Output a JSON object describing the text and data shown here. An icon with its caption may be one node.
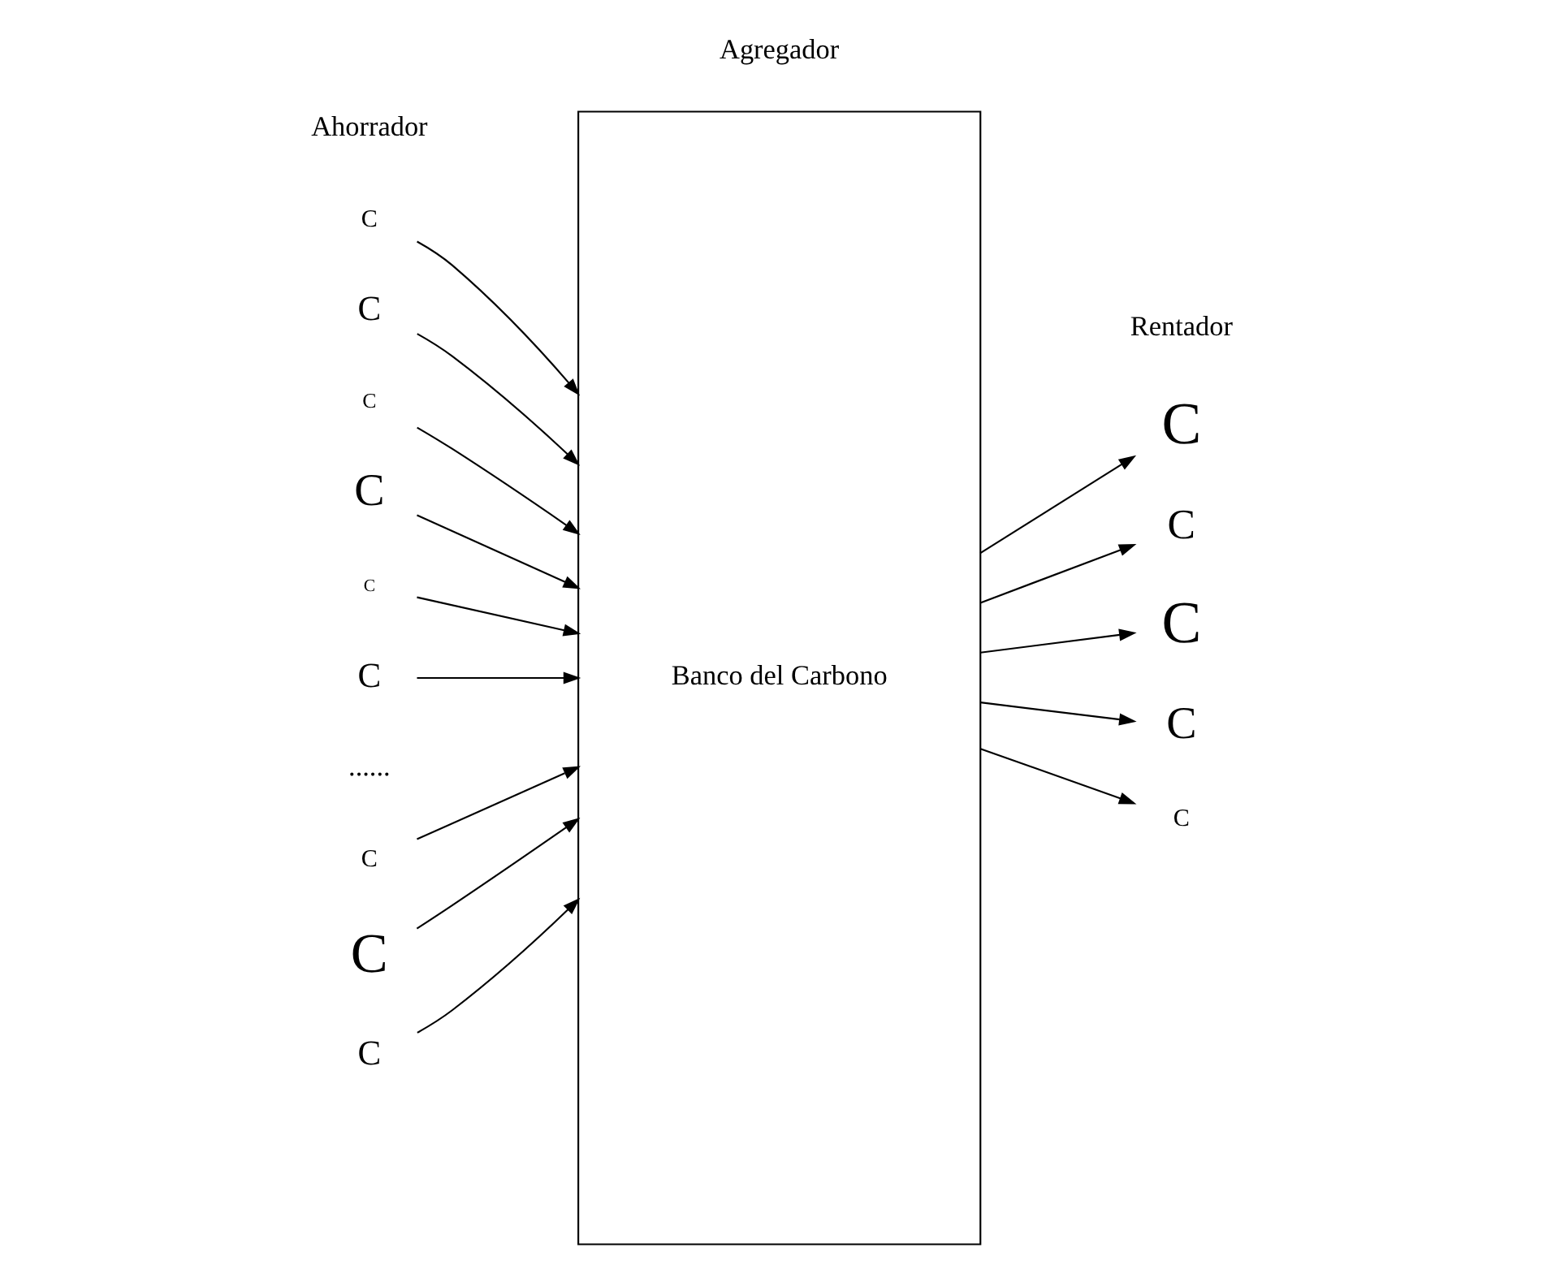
{
  "diagram": {
    "nodes": [
      {
        "text": [
          "Banco del Carbono"
        ]
      },
      {
        "text": [
          "C"
        ]
      },
      {
        "text": [
          "C"
        ]
      },
      {
        "text": [
          "C"
        ]
      },
      {
        "text": [
          "C"
        ]
      },
      {
        "text": [
          "C"
        ]
      },
      {
        "text": [
          "C"
        ]
      },
      {
        "text": [
          "C"
        ]
      },
      {
        "text": [
          "C"
        ]
      },
      {
        "text": [
          "C"
        ]
      },
      {
        "text": [
          "C"
        ]
      },
      {
        "text": [
          "C"
        ]
      },
      {
        "text": [
          "C"
        ]
      },
      {
        "text": [
          "C"
        ]
      },
      {
        "text": [
          "C"
        ]
      }
    ],
    "edges": [
      {
        "from": 1,
        "to": 0,
        "arrow": "to"
      },
      {
        "from": 2,
        "to": 0,
        "arrow": "to"
      },
      {
        "from": 3,
        "to": 0,
        "arrow": "to"
      },
      {
        "from": 4,
        "to": 0,
        "arrow": "to"
      },
      {
        "from": 5,
        "to": 0,
        "arrow": "to"
      },
      {
        "from": 6,
        "to": 0,
        "arrow": "to"
      },
      {
        "from": 7,
        "to": 0,
        "arrow": "to"
      },
      {
        "from": 8,
        "to": 0,
        "arrow": "to"
      },
      {
        "from": 9,
        "to": 0,
        "arrow": "to"
      },
      {
        "from": 0,
        "to": 10,
        "arrow": "to"
      },
      {
        "from": 0,
        "to": 11,
        "arrow": "to"
      },
      {
        "from": 0,
        "to": 12,
        "arrow": "to"
      },
      {
        "from": 0,
        "to": 13,
        "arrow": "to"
      },
      {
        "from": 0,
        "to": 14,
        "arrow": "to"
      }
    ],
    "labels": [
      "Ahorrador",
      "Agregador",
      "Rentador",
      "......"
    ]
  }
}
